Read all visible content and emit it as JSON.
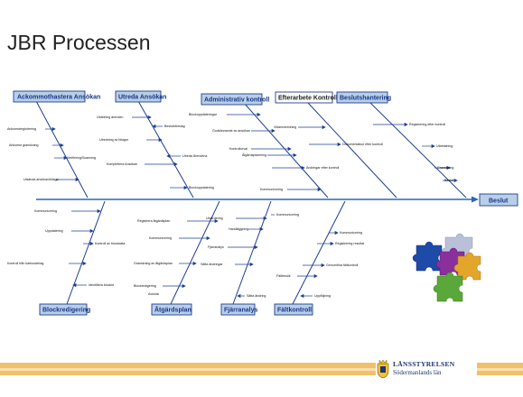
{
  "slide": {
    "title": "JBR Processen",
    "effect": "Beslut",
    "categories_top": [
      "Ackommothastera Ansökan",
      "Utreda Ansökan",
      "Administrativ kontroll",
      "Efterarbete Kontroll",
      "Beslutshantering"
    ],
    "categories_bottom": [
      "Blockredigering",
      "Åtgärdsplan",
      "Fjärranalys",
      "Fältkontroll"
    ]
  },
  "bones": {
    "b1": [
      "Ankomstregistrering",
      "Ankomst granskning",
      "Verifiering/Scanning",
      "Utsända ansökan/bilaga"
    ],
    "b2": [
      "Utdelning ärenden",
      "Beslutsförslag",
      "Utredning av bilagor",
      "Utreda Ärendena",
      "Komplettera Ansökan",
      "Blockuppdatering"
    ],
    "b3": [
      "Blockuppdateringar",
      "Godkännande av ansökan",
      "Kontrollurval",
      "Åtgärdsplanering",
      "Ändringar efter kontroll",
      "Kommunicering"
    ],
    "b4": [
      "Vidareutredning",
      "Dokumentation efter kontroll"
    ],
    "b5": [
      "Registrering efter kontroll",
      "Utbetalning",
      "Granskning",
      "Beslut"
    ],
    "b6": [
      "Kommunicering",
      "Uppdatering",
      "Kontroll av blockdata",
      "Kontroll från kartunderlag",
      "Identifiera blockid"
    ],
    "b7": [
      "Registrera åtgärdsplan",
      "Kommunicering",
      "Granskning av åtgärdsplan",
      "Blockredigering",
      "Avsluta"
    ],
    "b8": [
      "Utvärdering",
      "Kommunicering",
      "Handläggning",
      "Fjärranalys",
      "Sätta ändringar",
      "Sätta ändring"
    ],
    "b9": [
      "Kommunicering",
      "Registrering resultat",
      "Genomföra fältkontroll",
      "Fältbesök",
      "Uppföljning"
    ]
  },
  "logo": {
    "name": "LÄNSSTYRELSEN",
    "region": "Södermanlands län"
  },
  "colors": {
    "box_fill": "#b9cfe8",
    "box_border": "#1e3f8a",
    "box_text": "#17368a",
    "highlight_fill": "#ffffff",
    "bone": "#1d3f95",
    "spine": "#2a67b8",
    "footer_orange": "#f1c06a",
    "footer_light": "#f9e0b0"
  },
  "icons": [
    "puzzle-icon",
    "lansstyrelsen-crest-icon"
  ]
}
